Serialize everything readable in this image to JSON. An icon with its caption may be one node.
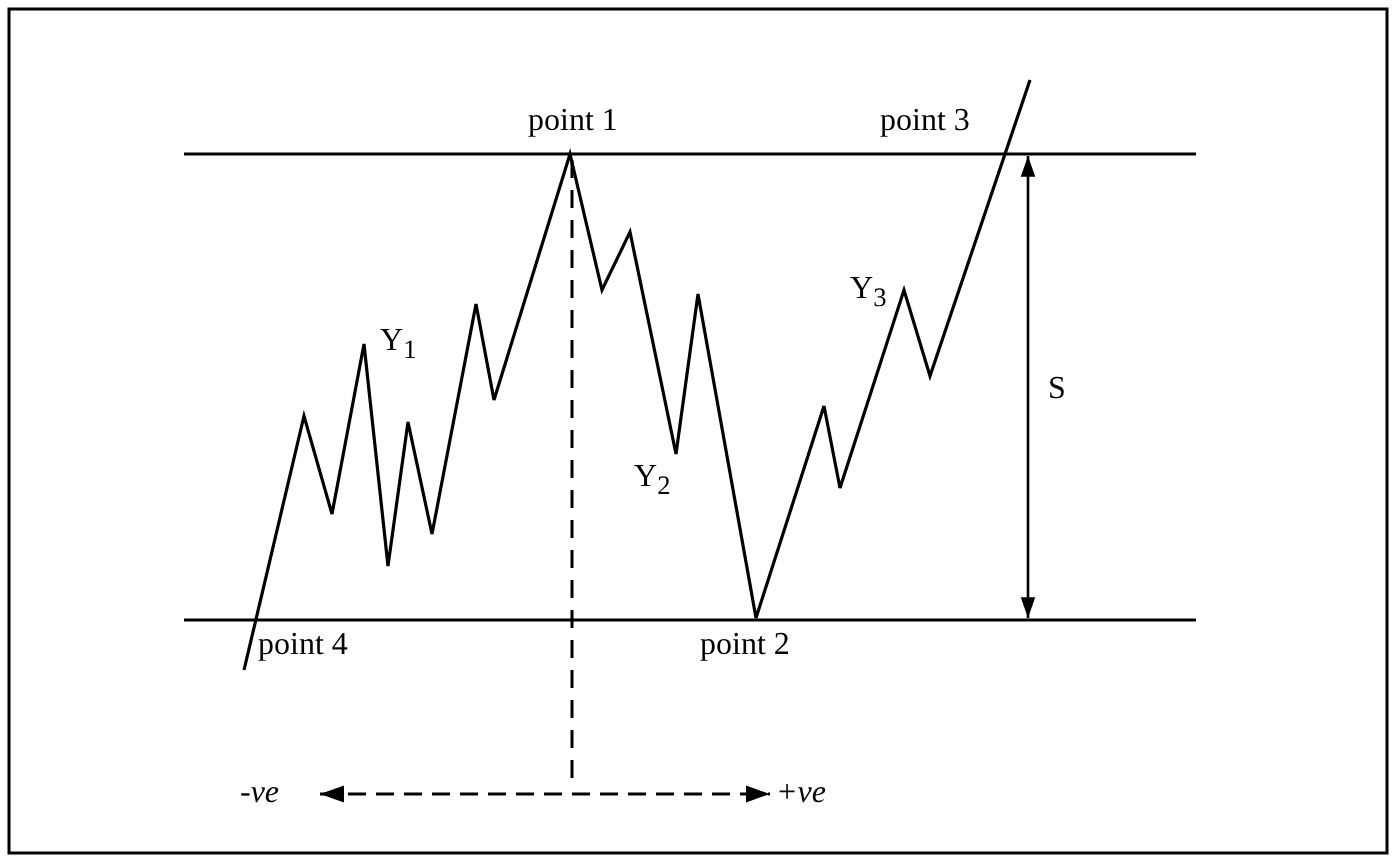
{
  "diagram": {
    "labels": [
      "point 1",
      "point 3",
      "Y$_{1}$",
      "Y$_{3}$",
      "S",
      "Y$_{2}$",
      "point 4",
      "point 2",
      "-ve",
      "+ve"
    ]
  }
}
